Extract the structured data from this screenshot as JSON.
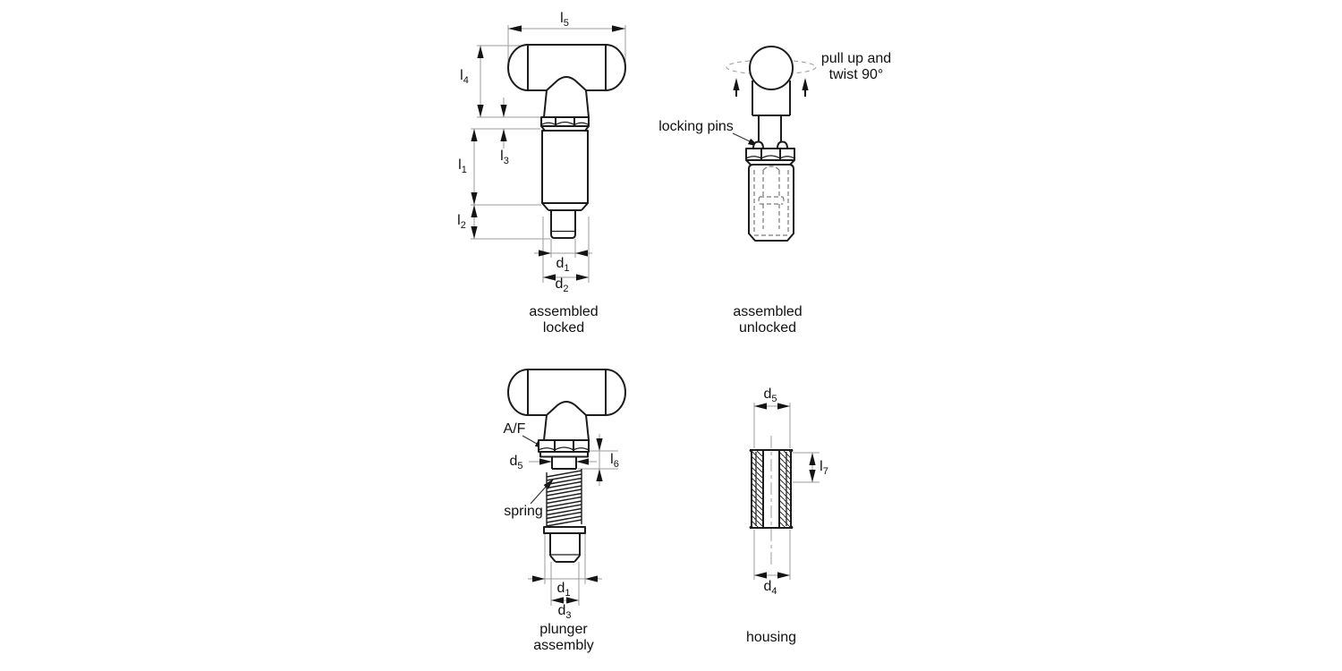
{
  "drawing": {
    "background": "#ffffff",
    "outline_color": "#1c1c1c",
    "dimension_line_color": "#9b9b9b",
    "hidden_line_color": "#7a7a7a",
    "arrow_color": "#141414",
    "text_color": "#111111"
  },
  "dims": {
    "l1": {
      "base": "l",
      "sub": "1"
    },
    "l2": {
      "base": "l",
      "sub": "2"
    },
    "l3": {
      "base": "l",
      "sub": "3"
    },
    "l4": {
      "base": "l",
      "sub": "4"
    },
    "l5": {
      "base": "l",
      "sub": "5"
    },
    "l6": {
      "base": "l",
      "sub": "6"
    },
    "l7": {
      "base": "l",
      "sub": "7"
    },
    "d1": {
      "base": "d",
      "sub": "1"
    },
    "d2": {
      "base": "d",
      "sub": "2"
    },
    "d3": {
      "base": "d",
      "sub": "3"
    },
    "d4": {
      "base": "d",
      "sub": "4"
    },
    "d5": {
      "base": "d",
      "sub": "5"
    }
  },
  "annotations": {
    "pull_twist_line1": "pull up and",
    "pull_twist_line2": "twist 90°",
    "locking_pins": "locking pins",
    "af": "A/F",
    "spring": "spring"
  },
  "captions": {
    "locked": [
      "assembled",
      "locked"
    ],
    "unlocked": [
      "assembled",
      "unlocked"
    ],
    "plunger": [
      "plunger",
      "assembly"
    ],
    "housing": [
      "housing"
    ]
  }
}
